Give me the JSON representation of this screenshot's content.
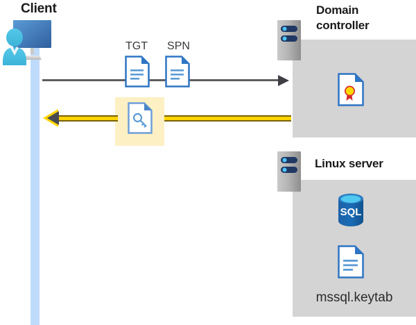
{
  "diagram": {
    "title_client": "Client",
    "title_domain_controller": "Domain\ncontroller",
    "title_domain_controller_line1": "Domain",
    "title_domain_controller_line2": "controller",
    "title_linux_server": "Linux server",
    "labels": {
      "tgt": "TGT",
      "spn": "SPN",
      "keytab_file": "mssql.keytab"
    },
    "icons": {
      "client": "user-with-monitor-icon",
      "tgt_document": "document-icon",
      "spn_document": "document-icon",
      "key_document": "key-document-icon",
      "domain_controller_server": "server-icon",
      "linux_server": "server-icon",
      "certificate": "certificate-document-icon",
      "sql_database": "sql-database-icon",
      "keytab_document": "document-icon"
    },
    "sql_text": "SQL",
    "colors": {
      "panel_gray": "#d4d4d4",
      "client_bar_blue": "#bfdbfb",
      "highlight_yellow": "#fdf0c4",
      "arrow_gold": "#ffd400",
      "arrow_gold_outline": "#7a6000",
      "arrow_gray": "#5e5e5e",
      "arrowhead_dark": "#4a4a52",
      "doc_blue": "#2e75c4",
      "doc_blue_muted": "#6f9fd8",
      "server_gray": "#a6a6a6",
      "server_navy": "#1f3864",
      "server_dot_cyan": "#4fc3f7",
      "sql_blue": "#1a6bb5",
      "sql_top_cyan": "#50c8f0",
      "cert_gold": "#ffd700",
      "cert_red": "#d42b2b",
      "title_text": "#1a1a1a",
      "label_text": "#3a3a3a"
    },
    "flows": [
      {
        "name": "client-to-dc-request",
        "direction": "right",
        "style": "gray-line-with-arrow"
      },
      {
        "name": "dc-to-client-ticket",
        "direction": "left",
        "style": "gold-line-with-arrow"
      }
    ]
  }
}
